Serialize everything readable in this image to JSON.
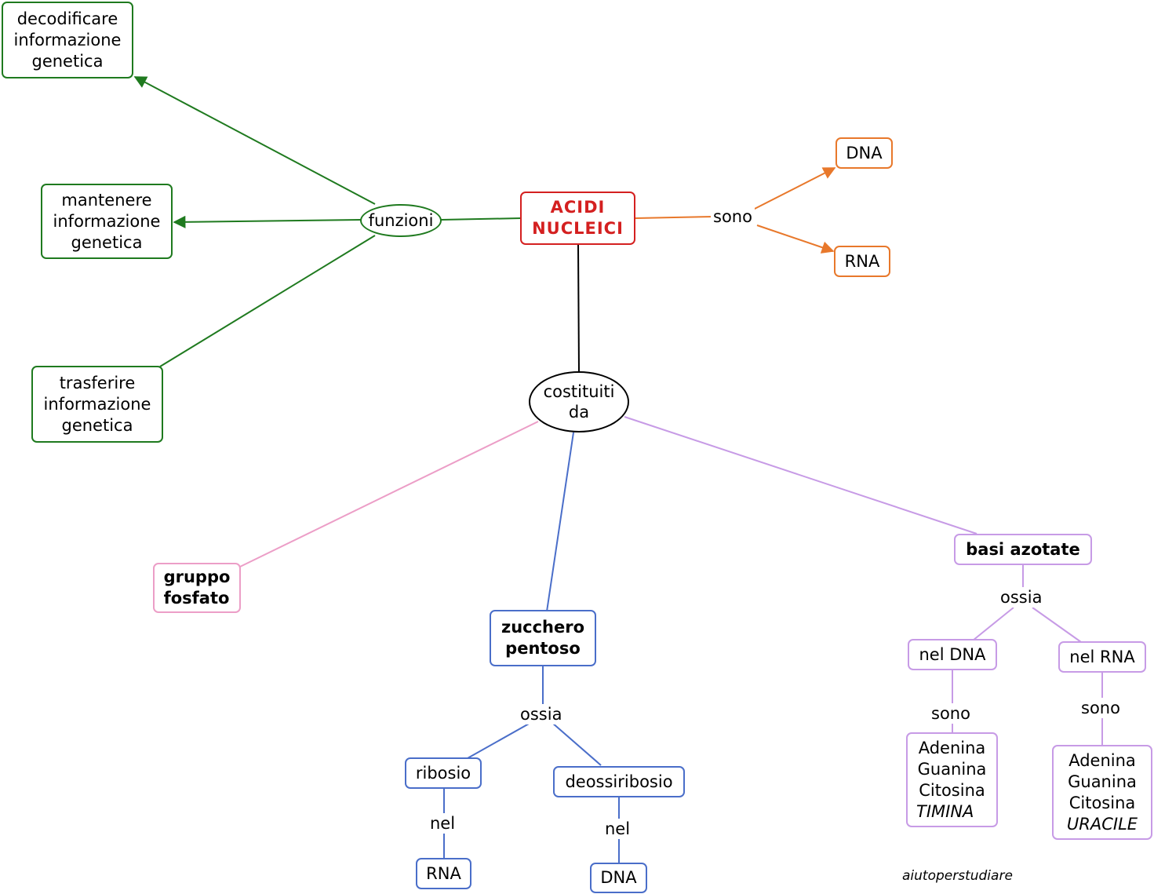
{
  "root": {
    "line1": "ACIDI",
    "line2": "NUCLEICI"
  },
  "functions": {
    "label": "funzioni",
    "items": [
      "decodificare\ninformazione\ngenetica",
      "mantenere\ninformazione\ngenetica",
      "trasferire\ninformazione\ngenetica"
    ]
  },
  "types": {
    "label": "sono",
    "items": [
      "DNA",
      "RNA"
    ]
  },
  "composition": {
    "label": "costituiti\nda",
    "phosphate": "gruppo\nfosfato",
    "sugar": {
      "title": "zucchero\npentoso",
      "link": "ossia",
      "ribose": {
        "name": "ribosio",
        "link": "nel",
        "target": "RNA"
      },
      "deoxyribose": {
        "name": "deossiribosio",
        "link": "nel",
        "target": "DNA"
      }
    },
    "bases": {
      "title": "basi azotate",
      "link": "ossia",
      "dna": {
        "name": "nel DNA",
        "link": "sono",
        "list": [
          "Adenina",
          "Guanina",
          "Citosina"
        ],
        "special": "TIMINA"
      },
      "rna": {
        "name": "nel RNA",
        "link": "sono",
        "list": [
          "Adenina",
          "Guanina",
          "Citosina"
        ],
        "special": "URACILE"
      }
    }
  },
  "watermark": "aiutoperstudiare",
  "colors": {
    "root": "#d42020",
    "functions": "#1f7a1f",
    "types": "#e8782b",
    "sugar": "#4a6ec9",
    "phosphate": "#ec9ec7",
    "bases": "#c79be6"
  }
}
